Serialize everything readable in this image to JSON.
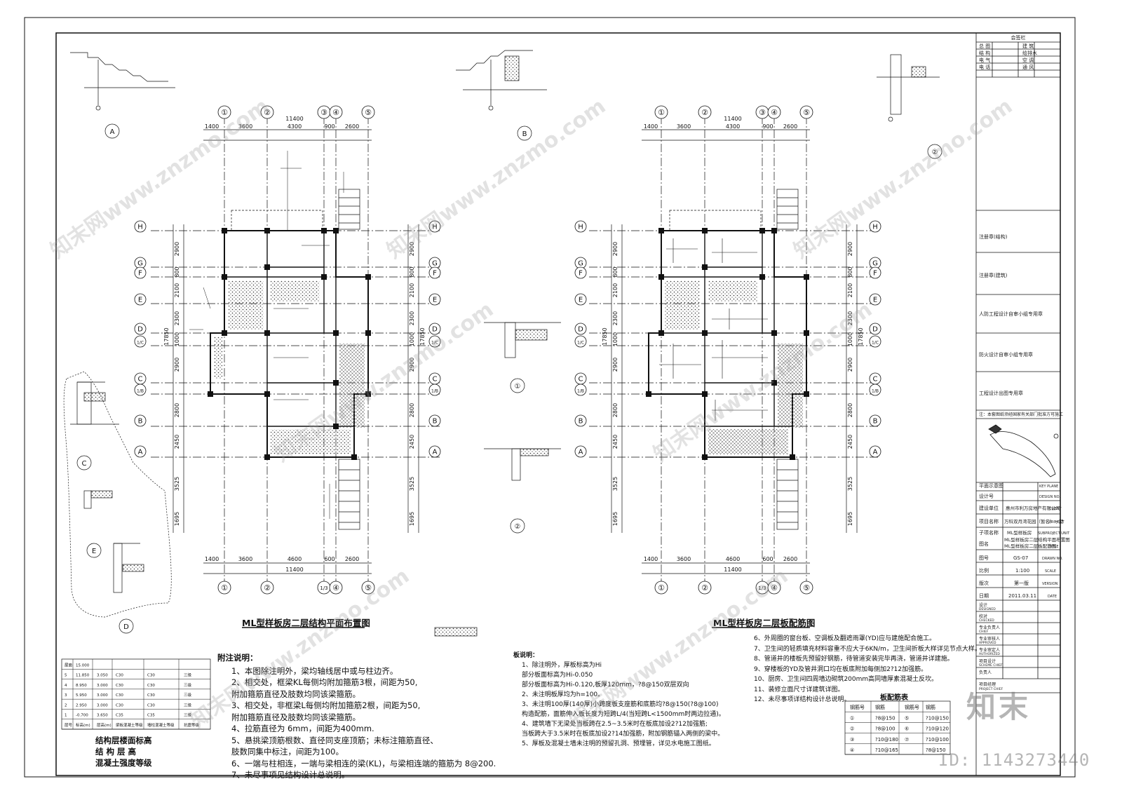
{
  "drawing": {
    "left_plan_title": "ML型样板房二层结构平面布置图",
    "right_plan_title": "ML型样板房二层板配筋图",
    "axis_numbers_top": [
      "①",
      "②",
      "③",
      "④",
      "⑤"
    ],
    "axis_letters": [
      "H",
      "G",
      "F",
      "E",
      "D",
      "1/C",
      "C",
      "1/B",
      "B",
      "A"
    ],
    "dims_top": [
      "1400",
      "3600",
      "4300",
      "900",
      "2600"
    ],
    "dim_total_top": "11400",
    "dims_bottom_left": [
      "1400",
      "3600",
      "4600",
      "600",
      "2600"
    ],
    "dims_bottom_right": [
      "1400",
      "3600",
      "4600",
      "600",
      "2600"
    ],
    "dim_total_bottom": "11400",
    "dims_vertical": [
      "2900",
      "800",
      "2100",
      "2300",
      "1000",
      "2900",
      "2800",
      "2450",
      "3525",
      "1695"
    ],
    "dim_vertical_total": "17850",
    "section_marks": [
      "A",
      "B",
      "C",
      "E",
      "D",
      "①",
      "②"
    ],
    "bottom_axis_labels": [
      "①",
      "②",
      "1/3",
      "④",
      "⑤"
    ]
  },
  "notes_left": {
    "heading": "附注说明：",
    "lines": [
      "1、本图除注明外，梁均轴线居中或与柱边齐。",
      "2、相交处，框梁KL每侧均附加箍筋3根，间距为50,",
      "   附加箍筋直径及肢数均同该梁箍筋。",
      "3、相交处，非框梁L每侧均附加箍筋2根，间距为50,",
      "   附加箍筋直径及肢数均同该梁箍筋。",
      "4、拉筋直径为 6mm，间距为400mm.",
      "5、悬挑梁顶筋根数、直径同支座顶筋；未标注箍筋直径、",
      "   肢数同集中标注，间距为100。",
      "6、一端与柱相连，一端与梁相连的梁(KL)，与梁相连端的箍筋为 8@200.",
      "7、未尽事项见结构设计总说明。"
    ]
  },
  "notes_mid": {
    "heading": "板说明：",
    "lines": [
      "1、除注明外，厚板标高为Hi",
      "      部分板面标高为Hi-0.050",
      "      部分板面标高为Hi-0.120,板厚120mm，?8@150双层双向",
      "2、未注明板厚均为h=100。",
      "3、未注明100厚(140厚)小跨度板支座筋和底筋均?8@150(?8@100)",
      "   构造配筋，面筋伸入板长度为短跨L/4(当短跨L<1500mm时两边拉通)。",
      "4、建筑墙下无梁处当板跨在2.5~3.5米时在板底加设2?12加强筋;",
      "   当板跨大于3.5米时在板底加设2?14加强筋，附加钢筋锚入两侧的梁中。",
      "5、厚板及混凝土墙未注明的预留孔洞、预埋管，详见水电施工图纸。"
    ]
  },
  "notes_right": {
    "lines": [
      "6、外周圈的窗台板、空调板及翻遮雨罩(YD)应与建施配合施工。",
      "7、卫生间的轻质填充材料容重不应大于6KN/m，卫生间折板大样详见节点大样。",
      "8、管道井的楼板先预留好钢筋，待管道安装完毕再浇，管道井详建施。",
      "9、穿楼板的YD及管井洞口均在板底附加每侧加2?12加强筋。",
      "10、厨房、卫生间四周墙边砌筑200mm高同墙厚素混凝土反坎。",
      "11、装修立面尺寸详建筑详图。",
      "12、未尽事项详结构设计总说明。"
    ],
    "rebar_table_title": "板配筋表",
    "rebar_table": {
      "headers": [
        "钢筋号",
        "钢筋",
        "钢筋号",
        "钢筋"
      ],
      "rows": [
        [
          "①",
          "?8@150",
          "⑤",
          "?10@150"
        ],
        [
          "②",
          "?8@100",
          "⑥",
          "?10@120"
        ],
        [
          "③",
          "?10@180",
          "⑦",
          "?10@100"
        ],
        [
          "④",
          "?10@165",
          "",
          "?8@150"
        ]
      ]
    }
  },
  "floor_table": {
    "rows": [
      [
        "屋面",
        "15.000",
        "",
        "",
        "",
        ""
      ],
      [
        "5",
        "11.850",
        "3.050",
        "C30",
        "C30",
        "三级"
      ],
      [
        "4",
        "8.950",
        "3.000",
        "C30",
        "C30",
        "三级"
      ],
      [
        "3",
        "5.950",
        "3.000",
        "C30",
        "C30",
        "三级"
      ],
      [
        "2",
        "2.950",
        "3.000",
        "C30",
        "C30",
        "三级"
      ],
      [
        "1",
        "-0.700",
        "3.650",
        "C35",
        "C35",
        "三级"
      ],
      [
        "层号",
        "标高(m)",
        "层高(m)",
        "梁板混凝土等级",
        "墙柱混凝土等级",
        "抗震等级"
      ]
    ],
    "legend_lines": [
      "结构层楼面标高",
      "结 构 层 高",
      "混凝土强度等级"
    ]
  },
  "title_block": {
    "sign_header": "会签栏",
    "sign_rows": [
      [
        "总  图",
        "",
        "建  筑",
        ""
      ],
      [
        "结  构",
        "",
        "给排水",
        ""
      ],
      [
        "电  气",
        "",
        "空  调",
        ""
      ],
      [
        "电  话",
        "",
        "通  风",
        ""
      ]
    ],
    "stamps": [
      "注册章(结构)",
      "注册章(建筑)",
      "人防工程设计自审小组专用章",
      "防火设计自审小组专用章",
      "工程设计出图专用章"
    ],
    "stamp_note": "注：本套图纸须经国家有关部门批准方可施工",
    "key_plan_label": "平面示意图",
    "key_plan_en": "KEY PLANE",
    "fields": [
      {
        "label": "设计号",
        "value": "",
        "en": "DESIGN NO."
      },
      {
        "label": "建设单位",
        "value": "惠州市利万房地产有限公司",
        "en": "CLIENT"
      },
      {
        "label": "项目名称",
        "value": "万科双月湾花园（暂名）一期",
        "en": "PROJECT"
      },
      {
        "label": "子项名称",
        "value": "ML型样板房",
        "en": "SUBPROJECT-UNIT"
      },
      {
        "label": "图名",
        "value": "ML型样板房二层结构平面布置图\nML型样板房二层板配筋图",
        "en": "TITLE"
      },
      {
        "label": "图号",
        "value": "GS-07",
        "en": "DRAWN NO."
      },
      {
        "label": "比例",
        "value": "1:100",
        "en": "SCALE"
      },
      {
        "label": "版次",
        "value": "第一版",
        "en": "VERSION"
      },
      {
        "label": "日期",
        "value": "2011.03.11",
        "en": "DATE"
      }
    ],
    "roles": [
      {
        "label": "设计",
        "en": "DESIGNED"
      },
      {
        "label": "校对",
        "en": "CHECKED"
      },
      {
        "label": "专业负责人",
        "en": "CHIEF"
      },
      {
        "label": "专业审核人",
        "en": "APPROVED"
      },
      {
        "label": "专业审定人",
        "en": "AUTHORIZED"
      },
      {
        "label": "项目设计",
        "en": "SCHEME CHIEF"
      },
      {
        "label": "负责人",
        "en": ""
      },
      {
        "label": "项目经理",
        "en": "PROJECT CHIEF"
      }
    ]
  },
  "watermark": {
    "text": "知末网www.znzmo.com",
    "brand": "知末",
    "id": "ID: 1143273440"
  },
  "colors": {
    "line": "#111111",
    "fill_hatch": "#444444",
    "watermark": "#a0a0a0"
  }
}
